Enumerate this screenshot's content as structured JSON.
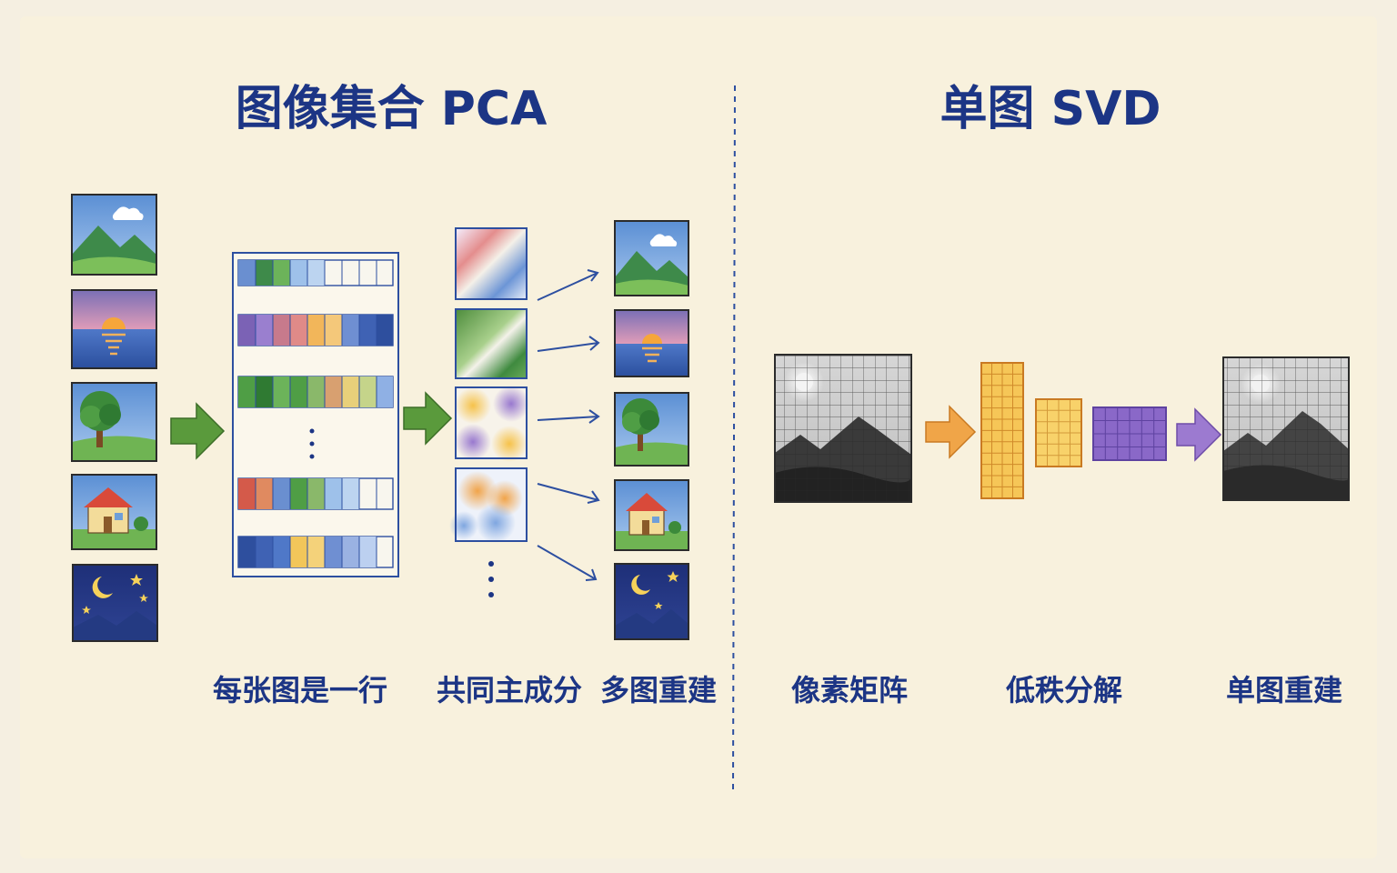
{
  "left_panel": {
    "title": "图像集合 PCA",
    "labels": [
      "每张图是一行",
      "共同主成分",
      "多图重建"
    ],
    "images": [
      "landscape-mountains",
      "sunset-sea",
      "tree",
      "house",
      "night-moon-stars"
    ]
  },
  "right_panel": {
    "title": "单图 SVD",
    "labels": [
      "像素矩阵",
      "低秩分解",
      "单图重建"
    ]
  },
  "colors": {
    "ink": "#1c3585",
    "arrow_green": "#5a9a3c",
    "arrow_orange": "#f0a548",
    "arrow_purple": "#9c7ad0",
    "factor_orange": "#f6c657",
    "factor_purple": "#8a68c8",
    "background": "#f8f1dd"
  }
}
